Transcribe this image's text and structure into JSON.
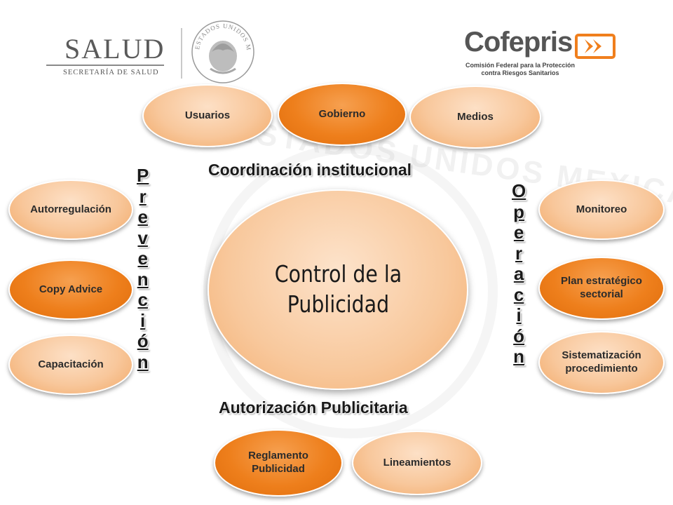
{
  "header": {
    "salud": {
      "title": "SALUD",
      "subtitle": "SECRETARÍA DE SALUD"
    },
    "seal": {
      "text": "ESTADOS UNIDOS MEXICANOS"
    },
    "cofepris": {
      "title": "Cofepris",
      "subtitle": "Comisión Federal para la Protección\ncontra Riesgos Sanitarios",
      "brand_color": "#f07f1d"
    }
  },
  "watermark": {
    "text": "ESTADOS UNIDOS MEXICANOS"
  },
  "diagram": {
    "center": {
      "label": "Control de la\nPublicidad"
    },
    "headings": {
      "top": "Coordinación institucional",
      "bottom": "Autorización Publicitaria",
      "left_vertical": [
        "P",
        "r",
        "e",
        "v",
        "e",
        "n",
        "c",
        "i",
        "ó",
        "n"
      ],
      "right_vertical": [
        "O",
        "p",
        "e",
        "r",
        "a",
        "c",
        "i",
        "ó",
        "n"
      ]
    },
    "top_nodes": [
      {
        "label": "Usuarios",
        "style": "light"
      },
      {
        "label": "Gobierno",
        "style": "dark"
      },
      {
        "label": "Medios",
        "style": "light"
      }
    ],
    "left_nodes": [
      {
        "label": "Autorregulación",
        "style": "light"
      },
      {
        "label": "Copy Advice",
        "style": "dark"
      },
      {
        "label": "Capacitación",
        "style": "light"
      }
    ],
    "right_nodes": [
      {
        "label": "Monitoreo",
        "style": "light"
      },
      {
        "label": "Plan estratégico\nsectorial",
        "style": "dark"
      },
      {
        "label": "Sistematización\nprocedimiento",
        "style": "light"
      }
    ],
    "bottom_nodes": [
      {
        "label": "Reglamento\nPublicidad",
        "style": "dark"
      },
      {
        "label": "Lineamientos",
        "style": "light"
      }
    ],
    "colors": {
      "light_node": "#f8c79b",
      "dark_node": "#ee7f1c",
      "center": "#f8c89c"
    }
  }
}
